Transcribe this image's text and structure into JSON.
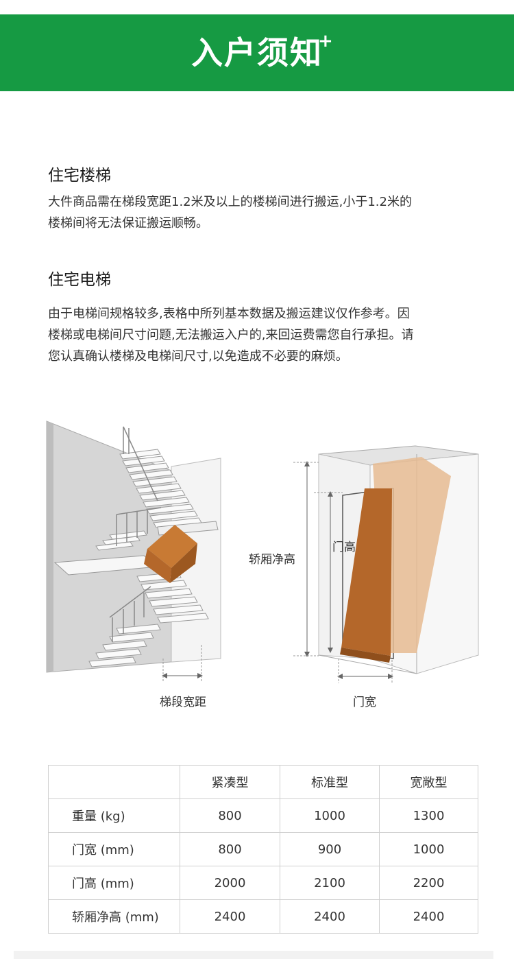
{
  "banner": {
    "title": "入户须知",
    "plus": "+",
    "color": "#169a43"
  },
  "sections": [
    {
      "heading": "住宅楼梯",
      "body": [
        "大件商品需在梯段宽距1.2米及以上的楼梯间进行搬运,小于1.2米的",
        "楼梯间将无法保证搬运顺畅。"
      ]
    },
    {
      "heading": "住宅电梯",
      "body": [
        "由于电梯间规格较多,表格中所列基本数据及搬运建议仅作参考。因",
        "楼梯或电梯间尺寸问题,无法搬运入户的,来回运费需您自行承担。请",
        "您认真确认楼梯及电梯间尺寸,以免造成不必要的麻烦。"
      ]
    }
  ],
  "diagram": {
    "stair_label": "梯段宽距",
    "cab_height_label": "轿厢净高",
    "door_height_label": "门高",
    "door_width_label": "门宽",
    "box_color": "#b4672a",
    "box_ghost_color": "#e6bb92"
  },
  "table": {
    "headers": [
      "",
      "紧凑型",
      "标准型",
      "宽敞型"
    ],
    "rows": [
      [
        "重量 (kg)",
        "800",
        "1000",
        "1300"
      ],
      [
        "门宽 (mm)",
        "800",
        "900",
        "1000"
      ],
      [
        "门高 (mm)",
        "2000",
        "2100",
        "2200"
      ],
      [
        "轿厢净高 (mm)",
        "2400",
        "2400",
        "2400"
      ]
    ]
  }
}
